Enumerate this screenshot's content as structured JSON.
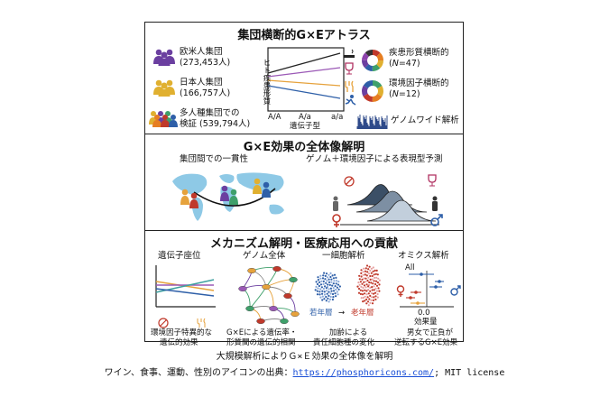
{
  "atlas": {
    "title": "集団横断的G×Eアトラス",
    "eur_label": "欧米人集団",
    "eur_n": "(273,453人)",
    "jpn_label": "日本人集団",
    "jpn_n": "(166,757人)",
    "multi_label": "多人種集団での",
    "multi_label2": "検証 (539,794人)",
    "plot_ylabel": "ヒト疾患形質",
    "genotypes": [
      "A/A",
      "A/a",
      "a/a"
    ],
    "plot_xlabel": "遺伝子型",
    "trait_label": "疾患形質横断的",
    "trait_n_prefix": "(",
    "trait_n_var": "N",
    "trait_n_value": "=47)",
    "env_label": "環境因子横断的",
    "env_n_prefix": "(",
    "env_n_var": "N",
    "env_n_value": "=12)",
    "gwas_label": "ゲノムワイド解析"
  },
  "landscape": {
    "title": "G×E効果の全体像解明",
    "consistency_label": "集団間での一貫性",
    "prediction_label": "ゲノム＋環境因子による表現型予測"
  },
  "mechanism": {
    "title": "メカニズム解明・医療応用への貢献",
    "panels": [
      {
        "header": "遺伝子座位",
        "caption1": "環境因子特異的な",
        "caption2": "遺伝的効果"
      },
      {
        "header": "ゲノム全体",
        "caption1": "G×Eによる遺伝率・",
        "caption2": "形質間の遺伝的相関"
      },
      {
        "header": "一細胞解析",
        "caption1": "加齢による",
        "caption2": "責任細胞種の変化",
        "young": "若年層",
        "arrow": "→",
        "old": "老年層"
      },
      {
        "header": "オミクス解析",
        "caption1": "男女で正負が",
        "caption2": "逆転するG×E効果",
        "all_label": "All",
        "zero_label": "0.0",
        "effect_label": "効果量"
      }
    ]
  },
  "caption": {
    "line1": "大規模解析によりＧ×Ｅ効果の全体像を解明",
    "line2_prefix": "ワイン、食事、運動、性別のアイコンの出典：",
    "line2_link": "https://phosphoricons.com/",
    "line2_suffix": "; MIT license"
  },
  "colors": {
    "eur": "#6b3fa0",
    "jpn": "#e0b030",
    "line_black": "#222222",
    "line_purple": "#9b59b6",
    "line_orange": "#e6a23c",
    "line_blue": "#2e5fa8",
    "wine": "#b03060",
    "female": "#c0392b",
    "male": "#2e5fa8",
    "map": "#8ec9e6"
  }
}
